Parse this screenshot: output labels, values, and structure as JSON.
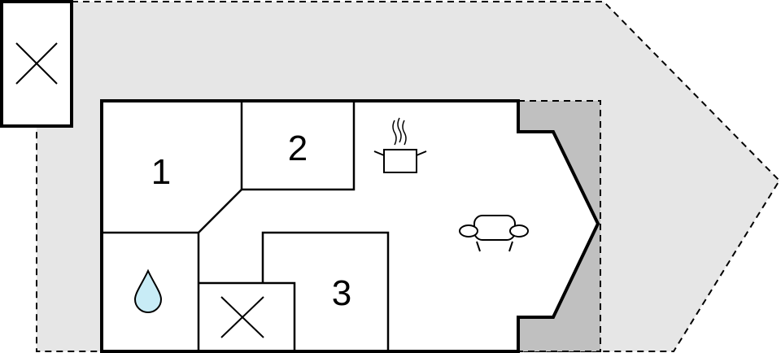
{
  "floorplan": {
    "rooms": [
      {
        "id": "room-1",
        "label": "1",
        "type": "bedroom"
      },
      {
        "id": "room-2",
        "label": "2",
        "type": "bedroom"
      },
      {
        "id": "room-3",
        "label": "3",
        "type": "bedroom"
      }
    ],
    "icons": [
      {
        "name": "cooking-pot-icon",
        "meaning": "kitchen"
      },
      {
        "name": "sofa-icon",
        "meaning": "living room"
      },
      {
        "name": "water-drop-icon",
        "meaning": "bathroom"
      },
      {
        "name": "cross-icon",
        "meaning": "storage"
      }
    ],
    "colors": {
      "wall": "#000000",
      "outdoor_area": "#e6e6e6",
      "covered_terrace": "#c0c0c0",
      "interior": "#ffffff",
      "water": "#c8ecf6",
      "dashed_outline": "#000000"
    }
  }
}
